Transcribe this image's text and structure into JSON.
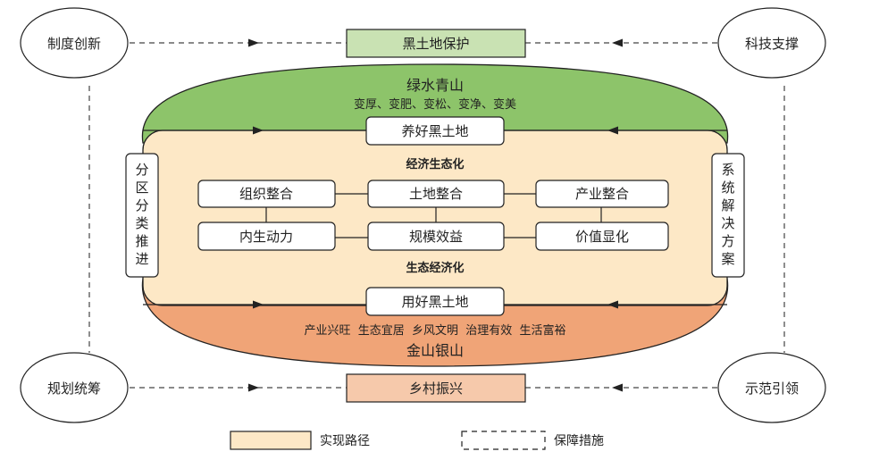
{
  "top_box": "黑土地保护",
  "bottom_box": "乡村振兴",
  "corners": {
    "top_left": "制度创新",
    "top_right": "科技支撑",
    "bottom_left": "规划统筹",
    "bottom_right": "示范引领"
  },
  "green_zone": {
    "title": "绿水青山",
    "subtitle": "变厚、变肥、变松、变净、变美",
    "box": "养好黑土地"
  },
  "orange_zone": {
    "subtitle": "产业兴旺  生态宜居  乡风文明  治理有效  生活富裕",
    "title": "金山银山",
    "box": "用好黑土地"
  },
  "core": {
    "top_label": "经济生态化",
    "bottom_label": "生态经济化",
    "grid": [
      [
        "组织整合",
        "土地整合",
        "产业整合"
      ],
      [
        "内生动力",
        "规模效益",
        "价值显化"
      ]
    ]
  },
  "side_left": [
    "分",
    "区",
    "分",
    "类",
    "推",
    "进"
  ],
  "side_right": [
    "系",
    "统",
    "解",
    "决",
    "方",
    "案"
  ],
  "legend": {
    "solid_label": "实现路径",
    "dashed_label": "保障措施"
  },
  "colors": {
    "green": "#8dc46a",
    "green_box": "#c9e2b3",
    "orange": "#f0a477",
    "orange_box": "#f6c9ab",
    "cream": "#fde8c6"
  }
}
